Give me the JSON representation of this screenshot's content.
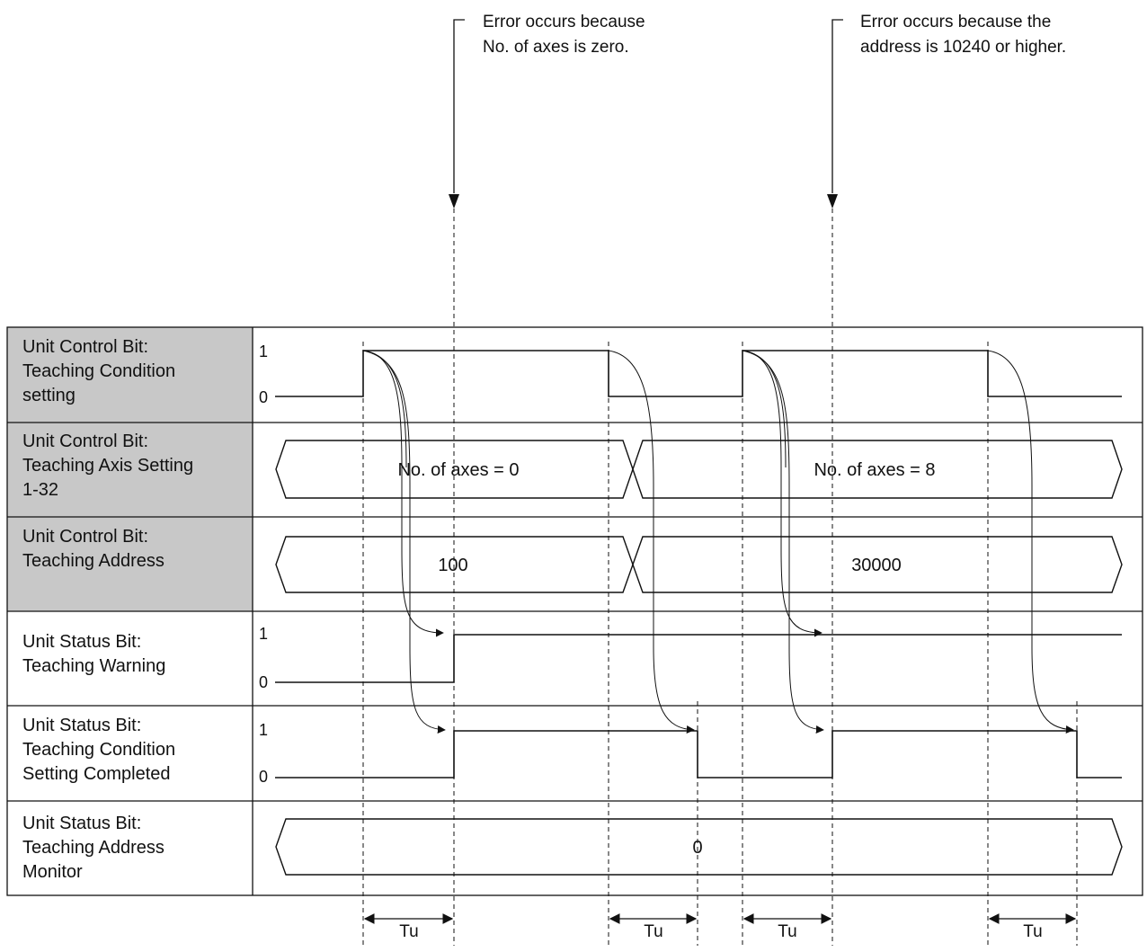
{
  "annotations": [
    {
      "lines": [
        "Error occurs because",
        "No. of axes is zero."
      ]
    },
    {
      "lines": [
        "Error occurs because the",
        "address is 10240 or higher."
      ]
    }
  ],
  "rows": [
    {
      "label": [
        "Unit Control Bit:",
        "Teaching Condition",
        "setting"
      ],
      "shaded": true,
      "high": "1",
      "low": "0"
    },
    {
      "label": [
        "Unit Control Bit:",
        "Teaching Axis Setting",
        "1-32"
      ],
      "shaded": true,
      "bus": [
        "No. of axes = 0",
        "No. of axes = 8"
      ]
    },
    {
      "label": [
        "Unit Control Bit:",
        "Teaching Address"
      ],
      "shaded": true,
      "bus": [
        "100",
        "30000"
      ]
    },
    {
      "label": [
        "Unit Status Bit:",
        "Teaching Warning"
      ],
      "shaded": false,
      "high": "1",
      "low": "0"
    },
    {
      "label": [
        "Unit Status Bit:",
        "Teaching Condition",
        "Setting Completed"
      ],
      "shaded": false,
      "high": "1",
      "low": "0"
    },
    {
      "label": [
        "Unit Status Bit:",
        "Teaching Address",
        "Monitor"
      ],
      "shaded": false,
      "bus": [
        "0"
      ]
    }
  ],
  "interval_label": "Tu",
  "colors": {
    "shade": "#c8c8c8",
    "line": "#111111",
    "background": "#ffffff"
  }
}
